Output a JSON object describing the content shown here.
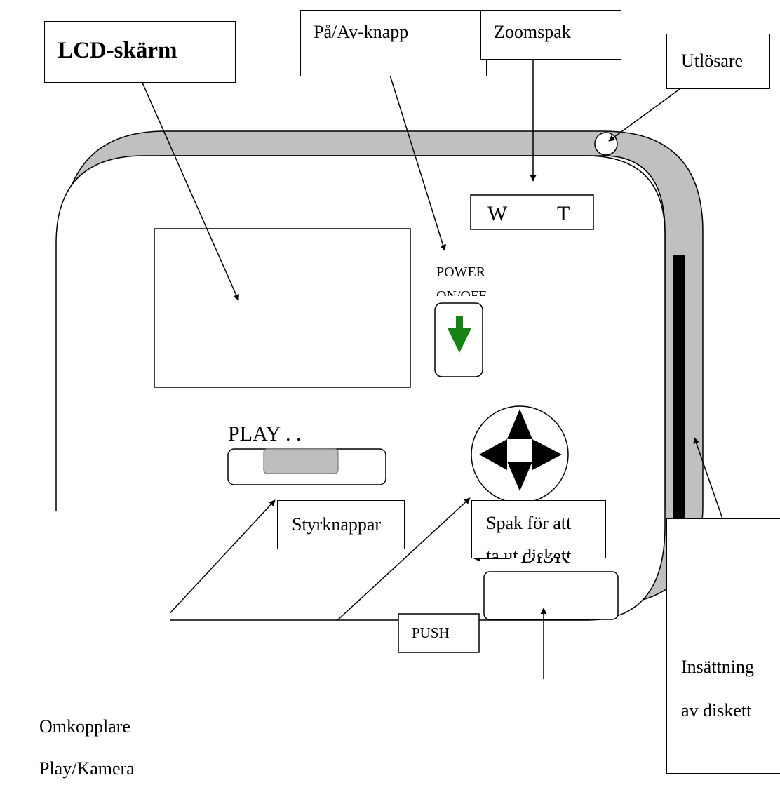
{
  "callouts": {
    "lcd": "LCD-skärm",
    "power_button": "På/Av-knapp",
    "zoom_lever": "Zoomspak",
    "shutter": "Utlösare",
    "mode_switch_line1": "Omkopplare",
    "mode_switch_line2": "Play/Kamera",
    "control_buttons": "Styrknappar",
    "eject_lever_line1": "Spak för att",
    "eject_lever_line2": "ta ut diskett",
    "disk_slot_line1": "Insättning",
    "disk_slot_line2": "av diskett"
  },
  "camera": {
    "zoom_wide": "W",
    "zoom_tele": "T",
    "power_line1": "POWER",
    "power_line2": "ON/OFF",
    "play_label": "PLAY . .",
    "disk_label": "DISK",
    "push_label": "PUSH"
  },
  "colors": {
    "body_fill": "#ffffff",
    "top_rim": "#c0c0c0",
    "slider_thumb": "#bdbdbd",
    "power_arrow": "#178317",
    "outline": "#000000"
  },
  "icons": {
    "power_arrow": "down-arrow-icon",
    "directional_pad": "four-way-arrow-pad-icon"
  }
}
